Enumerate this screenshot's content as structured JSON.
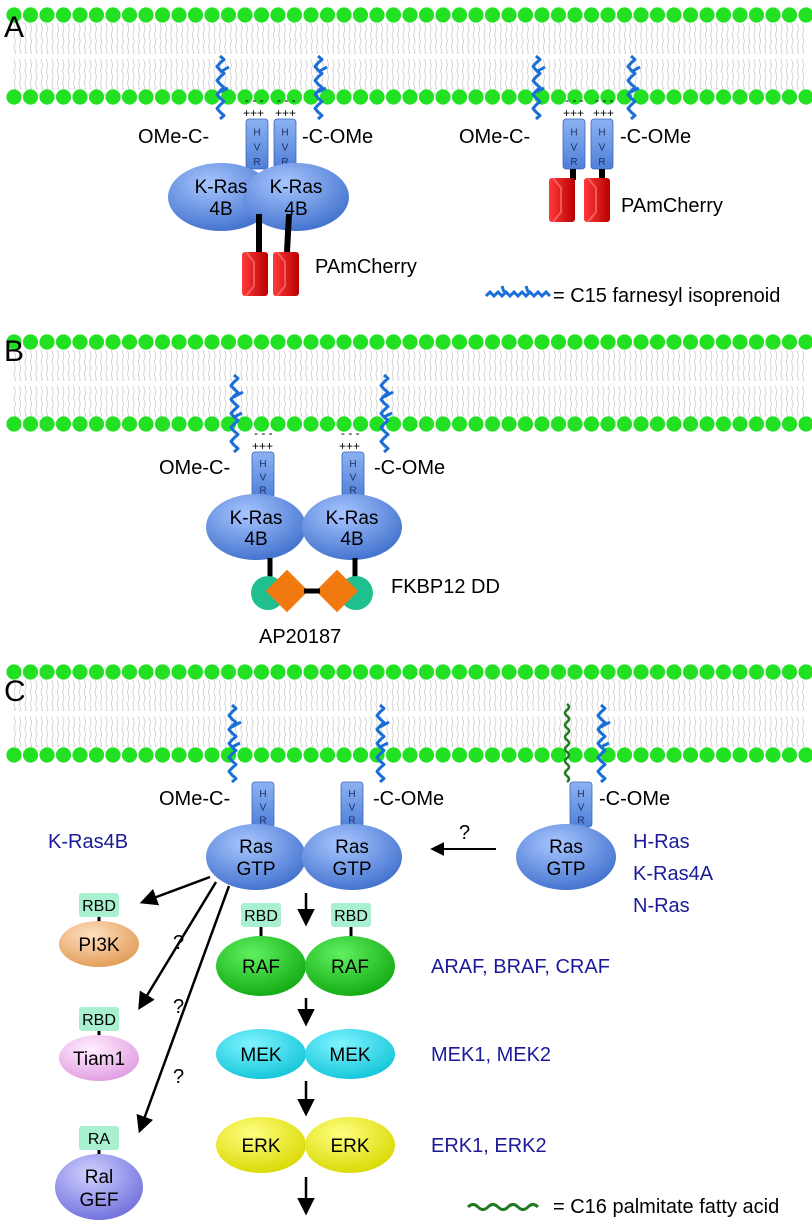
{
  "panels": {
    "a": {
      "label": "A",
      "left_group": {
        "left_cap": "OMe-C-",
        "right_cap": "-C-OMe",
        "protein": [
          "K-Ras",
          "4B"
        ],
        "tag": "PAmCherry"
      },
      "right_group": {
        "left_cap": "OMe-C-",
        "right_cap": "-C-OMe",
        "tag": "PAmCherry"
      },
      "legend": "= C15 farnesyl isoprenoid"
    },
    "b": {
      "label": "B",
      "left_cap": "OMe-C-",
      "right_cap": "-C-OMe",
      "protein": [
        "K-Ras",
        "4B"
      ],
      "dimerizer_domain": "FKBP12 DD",
      "ligand": "AP20187"
    },
    "c": {
      "label": "C",
      "left_cap": "OMe-C-",
      "right_cap": "-C-OMe",
      "third_cap": "-C-OMe",
      "ras_gtp": [
        "Ras",
        "GTP"
      ],
      "kras4b_label": "K-Ras4B",
      "other_ras": [
        "H-Ras",
        "K-Ras4A",
        "N-Ras"
      ],
      "question": "?",
      "effectors": {
        "rbd": "RBD",
        "ra": "RA",
        "pi3k": "PI3K",
        "tiam1": "Tiam1",
        "ralgef": [
          "Ral",
          "GEF"
        ]
      },
      "cascade": {
        "raf": "RAF",
        "raf_isoforms": "ARAF, BRAF, CRAF",
        "mek": "MEK",
        "mek_isoforms": "MEK1, MEK2",
        "erk": "ERK",
        "erk_isoforms": "ERK1, ERK2"
      },
      "legend": "= C16 palmitate fatty acid"
    }
  },
  "hvr_letters": [
    "H",
    "V",
    "R"
  ],
  "charges": {
    "minus": "- - -",
    "plus": "+++"
  },
  "colors": {
    "lipid_head": "#22e022",
    "farnesyl": "#1a6fd6",
    "palmitate": "#1e7a1e",
    "ras_protein": "#5b8fe0",
    "hvr_box": "#6a97e6",
    "pamcherry": "#e01010",
    "fkbp": "#1fbf8f",
    "ap20187": "#f07a10",
    "rbd_box": "#a8f0d0",
    "pi3k": "#f4b47a",
    "tiam1": "#f0b0ec",
    "ralgef": "#8f8ff0",
    "raf": "#2ed12e",
    "mek": "#22dcee",
    "erk": "#f0f000",
    "isoform_text": "#1a1a9a"
  }
}
